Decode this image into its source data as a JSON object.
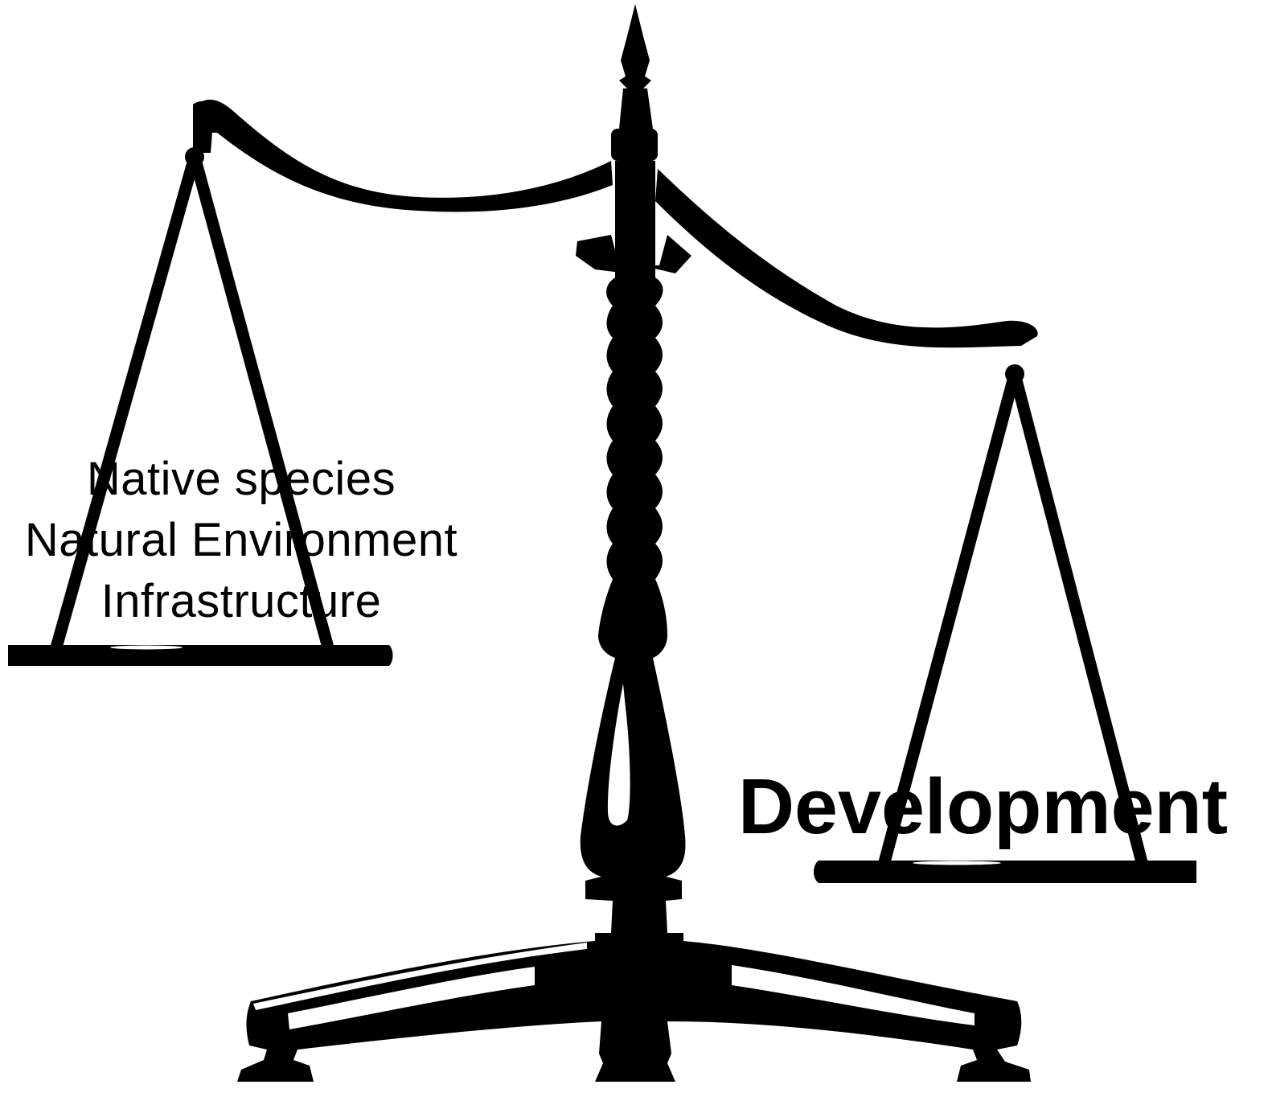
{
  "left_pan": {
    "lines": [
      "Native species",
      "Natural Environment",
      "Infrastructure"
    ]
  },
  "right_pan": {
    "label": "Development"
  },
  "colors": {
    "ink": "#000000",
    "background": "#ffffff"
  },
  "icon": "balance-scale-icon"
}
